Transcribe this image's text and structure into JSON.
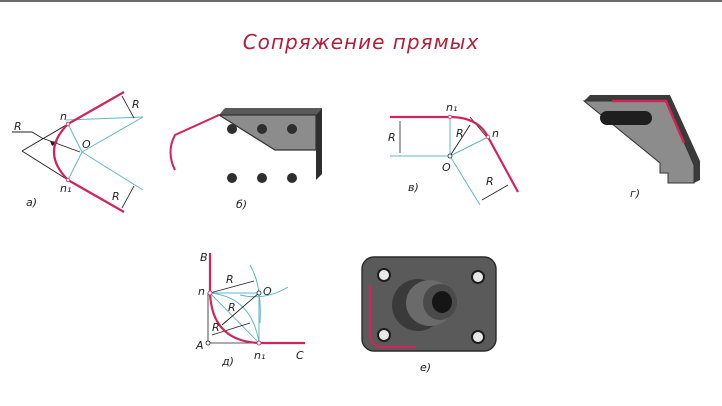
{
  "slide": {
    "title": "Сопряжение прямых",
    "title_color": "#b0203a"
  },
  "colors": {
    "fillet": "#d0245a",
    "construction": "#5fb8c4",
    "ink": "#222222",
    "metal_dark": "#3a3a3a",
    "metal_light": "#8c8c8c"
  },
  "figures": [
    {
      "id": "a",
      "caption": "а)",
      "type": "construction-diagram",
      "labels": {
        "radius_pointer": "R",
        "tangent_point_1": "n",
        "tangent_point_2": "n₁",
        "center": "O",
        "offset_top": "R",
        "offset_bottom": "R"
      }
    },
    {
      "id": "b",
      "caption": "б)",
      "type": "part-illustration",
      "description": "plate with 6 holes, slot and pointed rounded end"
    },
    {
      "id": "v",
      "caption": "в)",
      "type": "construction-diagram",
      "labels": {
        "tangent_point_1": "n₁",
        "tangent_point_2": "n",
        "center": "O",
        "radius": "R",
        "offset_left": "R",
        "offset_bottom": "R"
      }
    },
    {
      "id": "g",
      "caption": "г)",
      "type": "part-illustration",
      "description": "arched bracket with slot"
    },
    {
      "id": "d",
      "caption": "д)",
      "type": "construction-diagram",
      "labels": {
        "point_B": "B",
        "tangent_point_1": "n",
        "radius_top": "R",
        "center": "O",
        "radius_mid": "R",
        "radius_low": "R",
        "point_A": "A",
        "tangent_point_2": "n₁",
        "point_C": "C"
      }
    },
    {
      "id": "e",
      "caption": "е)",
      "type": "part-illustration",
      "description": "rectangular flange with 4 holes and central boss"
    }
  ]
}
